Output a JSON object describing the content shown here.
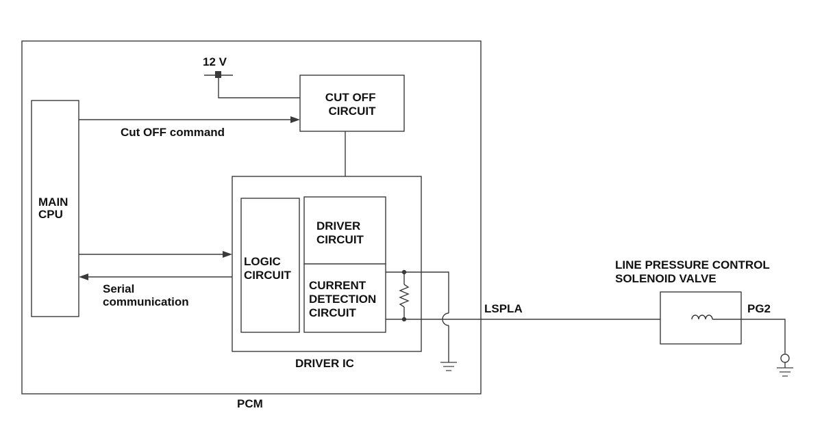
{
  "labels": {
    "supply_12v": "12 V",
    "cut_off_circuit": [
      "CUT OFF",
      "CIRCUIT"
    ],
    "cut_off_command": "Cut OFF command",
    "main_cpu": [
      "MAIN",
      "CPU"
    ],
    "driver_circuit": [
      "DRIVER",
      "CIRCUIT"
    ],
    "logic_circuit": [
      "LOGIC",
      "CIRCUIT"
    ],
    "current_detection_circuit": [
      "CURRENT",
      "DETECTION",
      "CIRCUIT"
    ],
    "serial_communication": [
      "Serial",
      "communication"
    ],
    "driver_ic": "DRIVER IC",
    "pcm": "PCM",
    "lspla": "LSPLA",
    "solenoid_valve": [
      "LINE PRESSURE CONTROL",
      "SOLENOID VALVE"
    ],
    "pg2": "PG2"
  }
}
